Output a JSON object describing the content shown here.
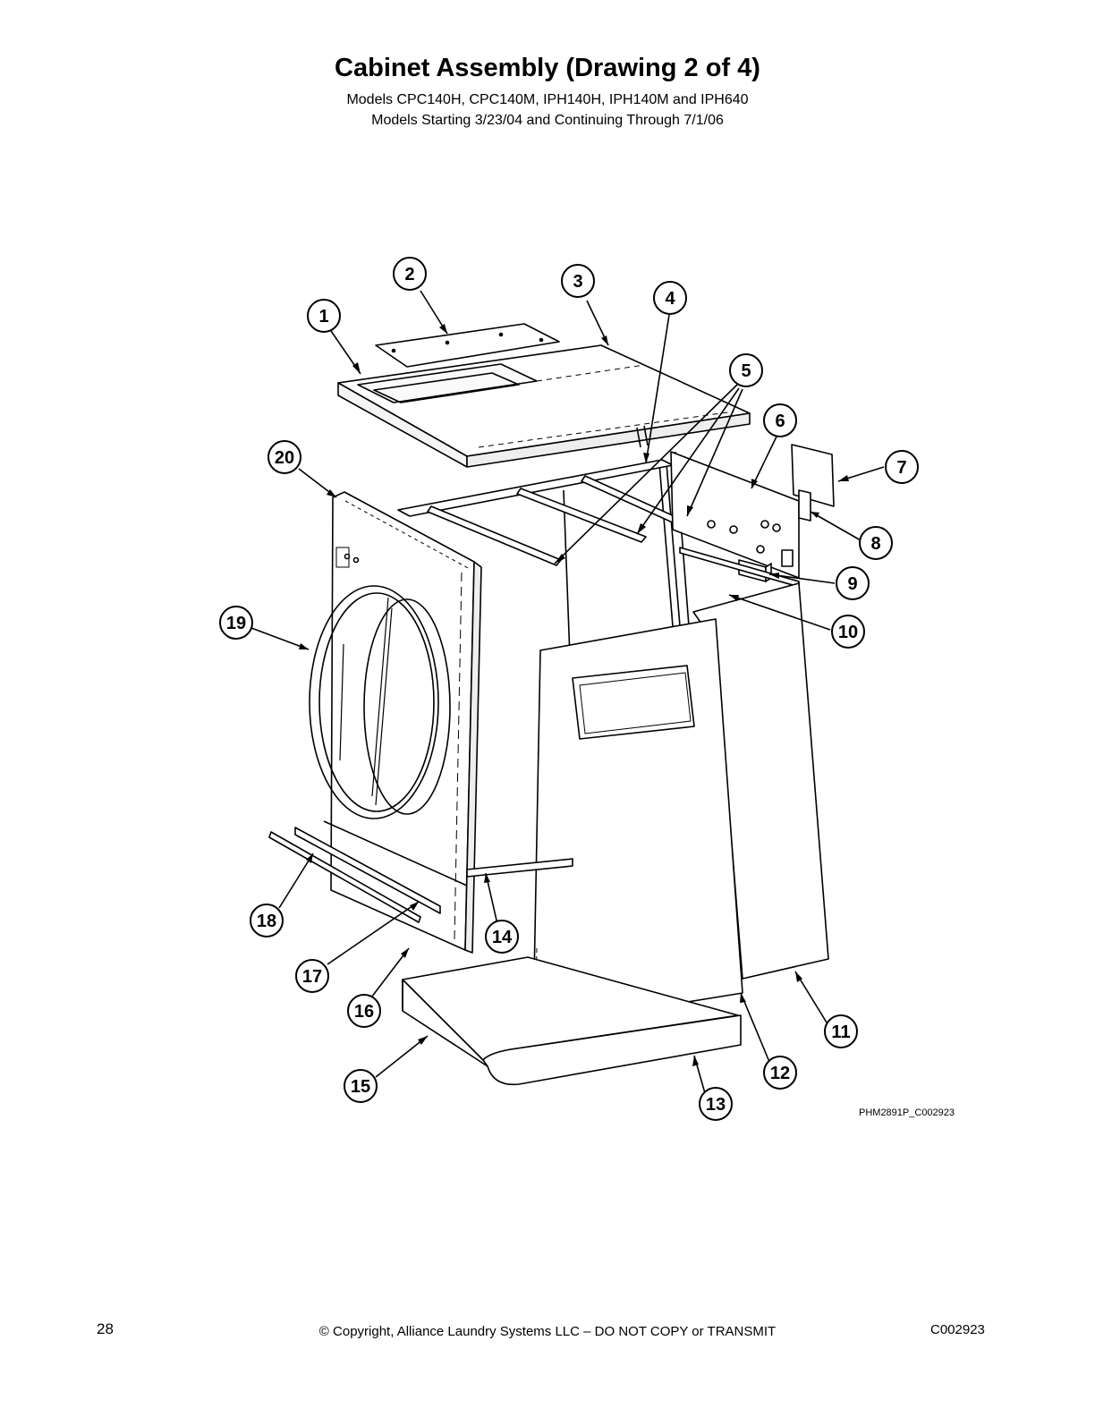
{
  "header": {
    "title": "Cabinet Assembly (Drawing 2 of 4)",
    "models": "Models CPC140H, CPC140M, IPH140H, IPH140M and IPH640",
    "dates": "Models Starting 3/23/04 and Continuing Through 7/1/06"
  },
  "callouts": [
    "1",
    "2",
    "3",
    "4",
    "5",
    "6",
    "7",
    "8",
    "9",
    "10",
    "11",
    "12",
    "13",
    "14",
    "15",
    "16",
    "17",
    "18",
    "19",
    "20"
  ],
  "drawing_code": "PHM2891P_C002923",
  "footer": {
    "page_number": "28",
    "copyright": "© Copyright, Alliance Laundry Systems LLC – DO NOT COPY or TRANSMIT",
    "doc_code": "C002923"
  }
}
